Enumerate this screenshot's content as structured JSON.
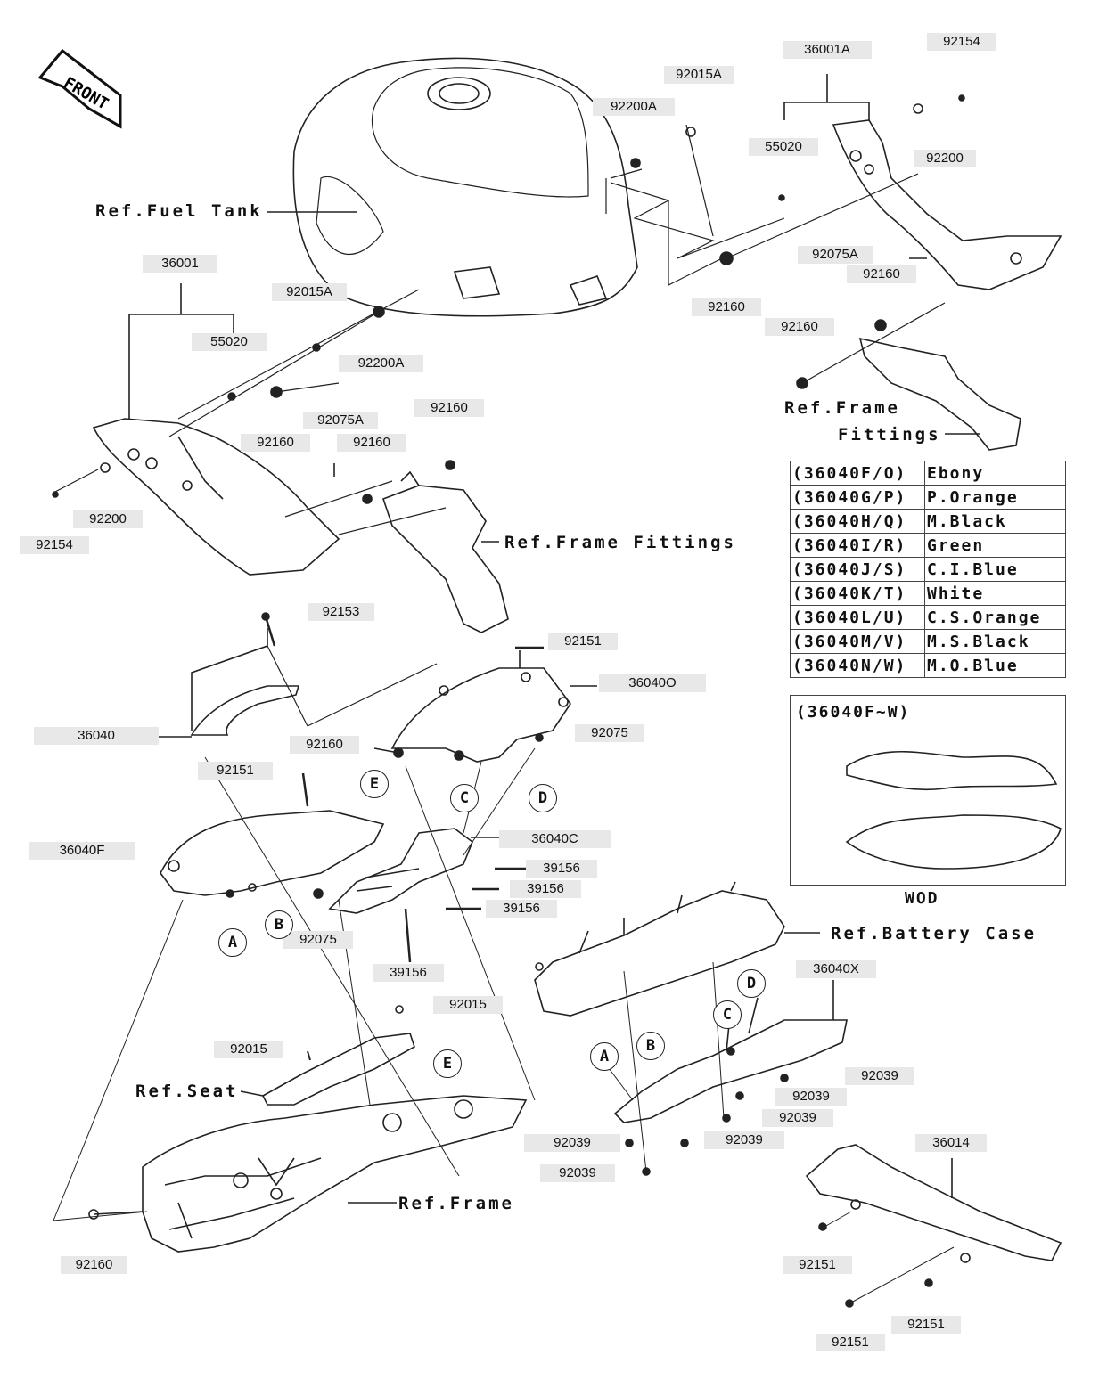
{
  "front_logo": "FRONT",
  "part_numbers": {
    "p_36001A": "36001A",
    "p_92154_top": "92154",
    "p_92015A_top": "92015A",
    "p_92200A_top": "92200A",
    "p_55020_top": "55020",
    "p_92200_top": "92200",
    "p_92075A_top": "92075A",
    "p_92160_r1": "92160",
    "p_92160_mid": "92160",
    "p_92160_r2": "92160",
    "p_36001": "36001",
    "p_92015A_left": "92015A",
    "p_55020_left": "55020",
    "p_92200A_left": "92200A",
    "p_92075A_left": "92075A",
    "p_92160_l1": "92160",
    "p_92160_l2": "92160",
    "p_92160_l3": "92160",
    "p_92200_left": "92200",
    "p_92154_left": "92154",
    "p_92153": "92153",
    "p_92151_a": "92151",
    "p_36040O": "36040O",
    "p_36040": "36040",
    "p_92160_c": "92160",
    "p_92075_a": "92075",
    "p_92151_b": "92151",
    "p_36040F": "36040F",
    "p_36040C": "36040C",
    "p_39156_a": "39156",
    "p_39156_b": "39156",
    "p_39156_c": "39156",
    "p_39156_d": "39156",
    "p_92075_b": "92075",
    "p_92015_a": "92015",
    "p_92015_b": "92015",
    "p_36040X": "36040X",
    "p_92039_a": "92039",
    "p_92039_b": "92039",
    "p_92039_c": "92039",
    "p_92039_d": "92039",
    "p_92039_e": "92039",
    "p_92039_f": "92039",
    "p_36014": "36014",
    "p_92160_bl": "92160",
    "p_92151_c": "92151",
    "p_92151_d": "92151",
    "p_92151_e": "92151"
  },
  "refs": {
    "fuel_tank": "Ref.Fuel Tank",
    "frame_fittings_left": "Ref.Frame Fittings",
    "frame_fittings_right_1": "Ref.Frame",
    "frame_fittings_right_2": "Fittings",
    "battery_case": "Ref.Battery Case",
    "seat": "Ref.Seat",
    "frame": "Ref.Frame"
  },
  "callouts": {
    "A1": "A",
    "B1": "B",
    "C1": "C",
    "D1": "D",
    "E1": "E",
    "A2": "A",
    "B2": "B",
    "C2": "C",
    "D2": "D",
    "E2": "E"
  },
  "color_table": [
    {
      "code": "(36040F/O)",
      "color": "Ebony"
    },
    {
      "code": "(36040G/P)",
      "color": "P.Orange"
    },
    {
      "code": "(36040H/Q)",
      "color": "M.Black"
    },
    {
      "code": "(36040I/R)",
      "color": "Green"
    },
    {
      "code": "(36040J/S)",
      "color": "C.I.Blue"
    },
    {
      "code": "(36040K/T)",
      "color": "White"
    },
    {
      "code": "(36040L/U)",
      "color": "C.S.Orange"
    },
    {
      "code": "(36040M/V)",
      "color": "M.S.Black"
    },
    {
      "code": "(36040N/W)",
      "color": "M.O.Blue"
    }
  ],
  "variant_box": {
    "title": "(36040F~W)",
    "caption": "WOD"
  }
}
